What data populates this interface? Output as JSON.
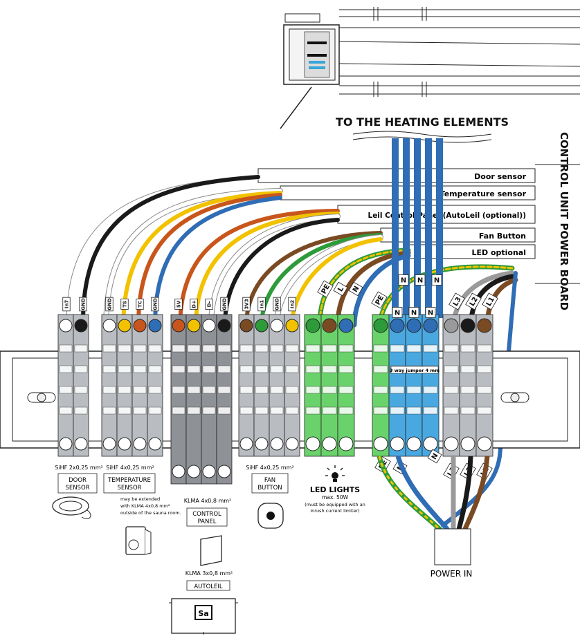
{
  "header": {
    "heating_title": "TO THE HEATING ELEMENTS"
  },
  "board": {
    "title": "CONTROL UNIT POWER BOARD"
  },
  "connectors": {
    "door": "Door sensor",
    "temp": "Temperature sensor",
    "panel": "Leil Control Panel  (AutoLeil (optional))",
    "fan": "Fan Button",
    "led": "LED optional"
  },
  "terminals": {
    "door": [
      "In7",
      "GND"
    ],
    "temp": [
      "GND",
      "TS",
      "TC",
      "GND"
    ],
    "panel": [
      "5V",
      "D+",
      "D-",
      "GND"
    ],
    "fan": [
      "3V3",
      "In1",
      "GND",
      "In2"
    ],
    "led_flags": [
      "PE",
      "L",
      "N"
    ],
    "power_flags": [
      "PE"
    ],
    "n_top": [
      "N",
      "N",
      "N"
    ],
    "n_mid": [
      "N",
      "N",
      "N"
    ],
    "phase_top": [
      "L3",
      "L2",
      "L1"
    ],
    "phase_bottom": [
      "L3",
      "L2",
      "L1"
    ],
    "bottom_pe_n": [
      "PE",
      "N",
      "N"
    ]
  },
  "jumper_label": "3 way jumper 4 mm",
  "devices": {
    "door": {
      "cable": "SiHF 2x0,25 mm²",
      "name_1": "DOOR",
      "name_2": "SENSOR"
    },
    "temp": {
      "cable": "SiHF 4x0,25 mm²",
      "name_1": "TEMPERATURE",
      "name_2": "SENSOR",
      "note_1": "may be extended",
      "note_2": "with KLMA 4x0,8 mm²",
      "note_3": "outside of the sauna room."
    },
    "panel": {
      "cable": "KLMA 4x0,8 mm²",
      "name_1": "CONTROL",
      "name_2": "PANEL"
    },
    "fan": {
      "cable": "SiHF 4x0,25 mm²",
      "name_1": "FAN",
      "name_2": "BUTTON"
    },
    "led": {
      "title": "LED LIGHTS",
      "max": "max. 50W",
      "note_1": "(must be equipped with an",
      "note_2": "inrush current limiter)"
    },
    "autoleil": {
      "cable": "KLMA 3x0,8 mm²",
      "name": "AUTOLEIL",
      "logo": "Sa"
    },
    "power": {
      "name": "POWER IN"
    }
  },
  "colors": {
    "black": "#1a1a1a",
    "brown": "#7a4a22",
    "grey": "#9a9a9a",
    "blue": "#2f6db5",
    "yellow": "#f2c200",
    "orange": "#c8561c",
    "green": "#2e9b3a",
    "pe_green": "#5cc04a",
    "terminal_grey": "#b9bcc0",
    "terminal_dark": "#6f7478",
    "terminal_green": "#6ad26a",
    "terminal_blue": "#4aa8e0"
  }
}
